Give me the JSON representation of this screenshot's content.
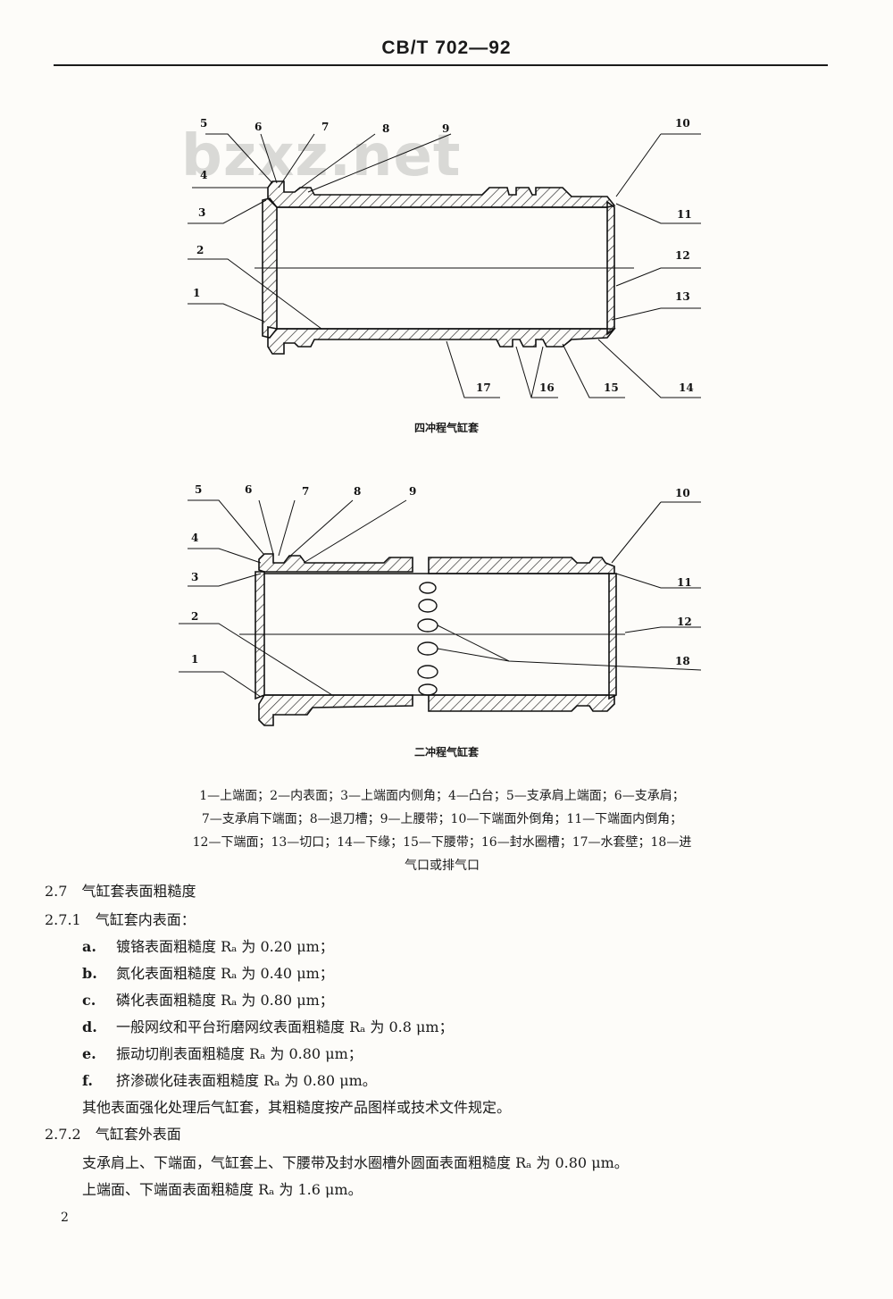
{
  "header": {
    "code": "CB/T 702—92"
  },
  "watermark": "bzxz.net",
  "figure1": {
    "caption": "四冲程气缸套",
    "labels": [
      "5",
      "6",
      "7",
      "8",
      "9",
      "4",
      "3",
      "2",
      "1",
      "10",
      "11",
      "12",
      "13",
      "17",
      "16",
      "15",
      "14"
    ]
  },
  "figure2": {
    "caption": "二冲程气缸套",
    "labels": [
      "5",
      "6",
      "7",
      "8",
      "9",
      "4",
      "3",
      "2",
      "1",
      "10",
      "11",
      "12",
      "18"
    ]
  },
  "legend": [
    "1—上端面；2—内表面；3—上端面内侧角；4—凸台；5—支承肩上端面；6—支承肩；",
    "7—支承肩下端面；8—退刀槽；9—上腰带；10—下端面外倒角；11—下端面内倒角；",
    "12—下端面；13—切口；14—下缘；15—下腰带；16—封水圈槽；17—水套壁；18—进",
    "气口或排气口"
  ],
  "section": {
    "s27": "2.7　气缸套表面粗糙度",
    "s271": "2.7.1　气缸套内表面：",
    "items": [
      {
        "label": "a.",
        "text": "镀铬表面粗糙度 Rₐ 为 0.20 μm；"
      },
      {
        "label": "b.",
        "text": "氮化表面粗糙度 Rₐ 为 0.40 μm；"
      },
      {
        "label": "c.",
        "text": "磷化表面粗糙度 Rₐ 为 0.80 μm；"
      },
      {
        "label": "d.",
        "text": "一般网纹和平台珩磨网纹表面粗糙度 Rₐ 为 0.8 μm；"
      },
      {
        "label": "e.",
        "text": "振动切削表面粗糙度 Rₐ 为 0.80 μm；"
      },
      {
        "label": "f.",
        "text": "挤渗碳化硅表面粗糙度 Rₐ 为 0.80 μm。"
      }
    ],
    "note": "其他表面强化处理后气缸套，其粗糙度按产品图样或技术文件规定。",
    "s272": "2.7.2　气缸套外表面",
    "p1": "支承肩上、下端面，气缸套上、下腰带及封水圈槽外圆面表面粗糙度 Rₐ 为 0.80 μm。",
    "p2": "上端面、下端面表面粗糙度 Rₐ 为 1.6 μm。"
  },
  "page_number": "2"
}
